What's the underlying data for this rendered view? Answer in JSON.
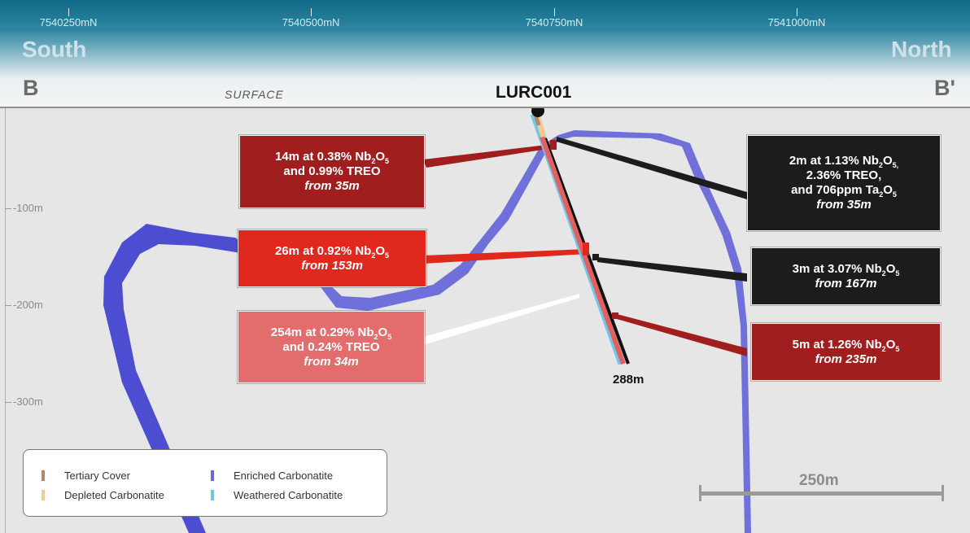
{
  "colors": {
    "enriched_carbonatite": "#4a4ad6",
    "weathered_carbonatite": "#6ec6e8",
    "tertiary_cover": "#b8866a",
    "depleted_carbonatite": "#f0cb94",
    "intercept_dark_red": "#a11e1e",
    "intercept_red": "#e0281f",
    "intercept_pink": "#e36d6d",
    "intercept_black": "#1c1c1c"
  },
  "header": {
    "northings": [
      "7540250mN",
      "7540500mN",
      "7540750mN",
      "7541000mN"
    ],
    "south_label": "South",
    "north_label": "North",
    "section_start": "B",
    "section_end": "B'",
    "surface_label": "SURFACE"
  },
  "depth_axis": [
    "-100m",
    "-200m",
    "-300m"
  ],
  "drillhole": {
    "name": "LURC001",
    "end_depth": "288m"
  },
  "intercepts_left": [
    {
      "pre": "14m at 0.38% Nb",
      "sub": "2",
      "mid": "O",
      "sub2": "5",
      "line2": "and 0.99% TREO",
      "line3": "from 35m"
    },
    {
      "pre": "26m at 0.92% Nb",
      "sub": "2",
      "mid": "O",
      "sub2": "5",
      "line2": "from 153m"
    },
    {
      "pre": "254m at 0.29% Nb",
      "sub": "2",
      "mid": "O",
      "sub2": "5",
      "line2": "and 0.24% TREO",
      "line3": "from 34m"
    }
  ],
  "intercepts_right": [
    {
      "pre": "2m at 1.13% Nb",
      "sub": "2",
      "mid": "O",
      "sub2": "5,",
      "line2": "2.36% TREO,",
      "line3_pre": "and 706ppm Ta",
      "line3_sub": "2",
      "line3_mid": "O",
      "line3_sub2": "5",
      "line4": "from 35m"
    },
    {
      "pre": "3m at 3.07% Nb",
      "sub": "2",
      "mid": "O",
      "sub2": "5",
      "line2": "from 167m"
    },
    {
      "pre": "5m at 1.26% Nb",
      "sub": "2",
      "mid": "O",
      "sub2": "5",
      "line2": "from 235m"
    }
  ],
  "legend": {
    "tertiary_cover": "Tertiary Cover",
    "depleted_carbonatite": "Depleted Carbonatite",
    "enriched_carbonatite": "Enriched Carbonatite",
    "weathered_carbonatite": "Weathered Carbonatite"
  },
  "scale_bar": {
    "label": "250m"
  }
}
